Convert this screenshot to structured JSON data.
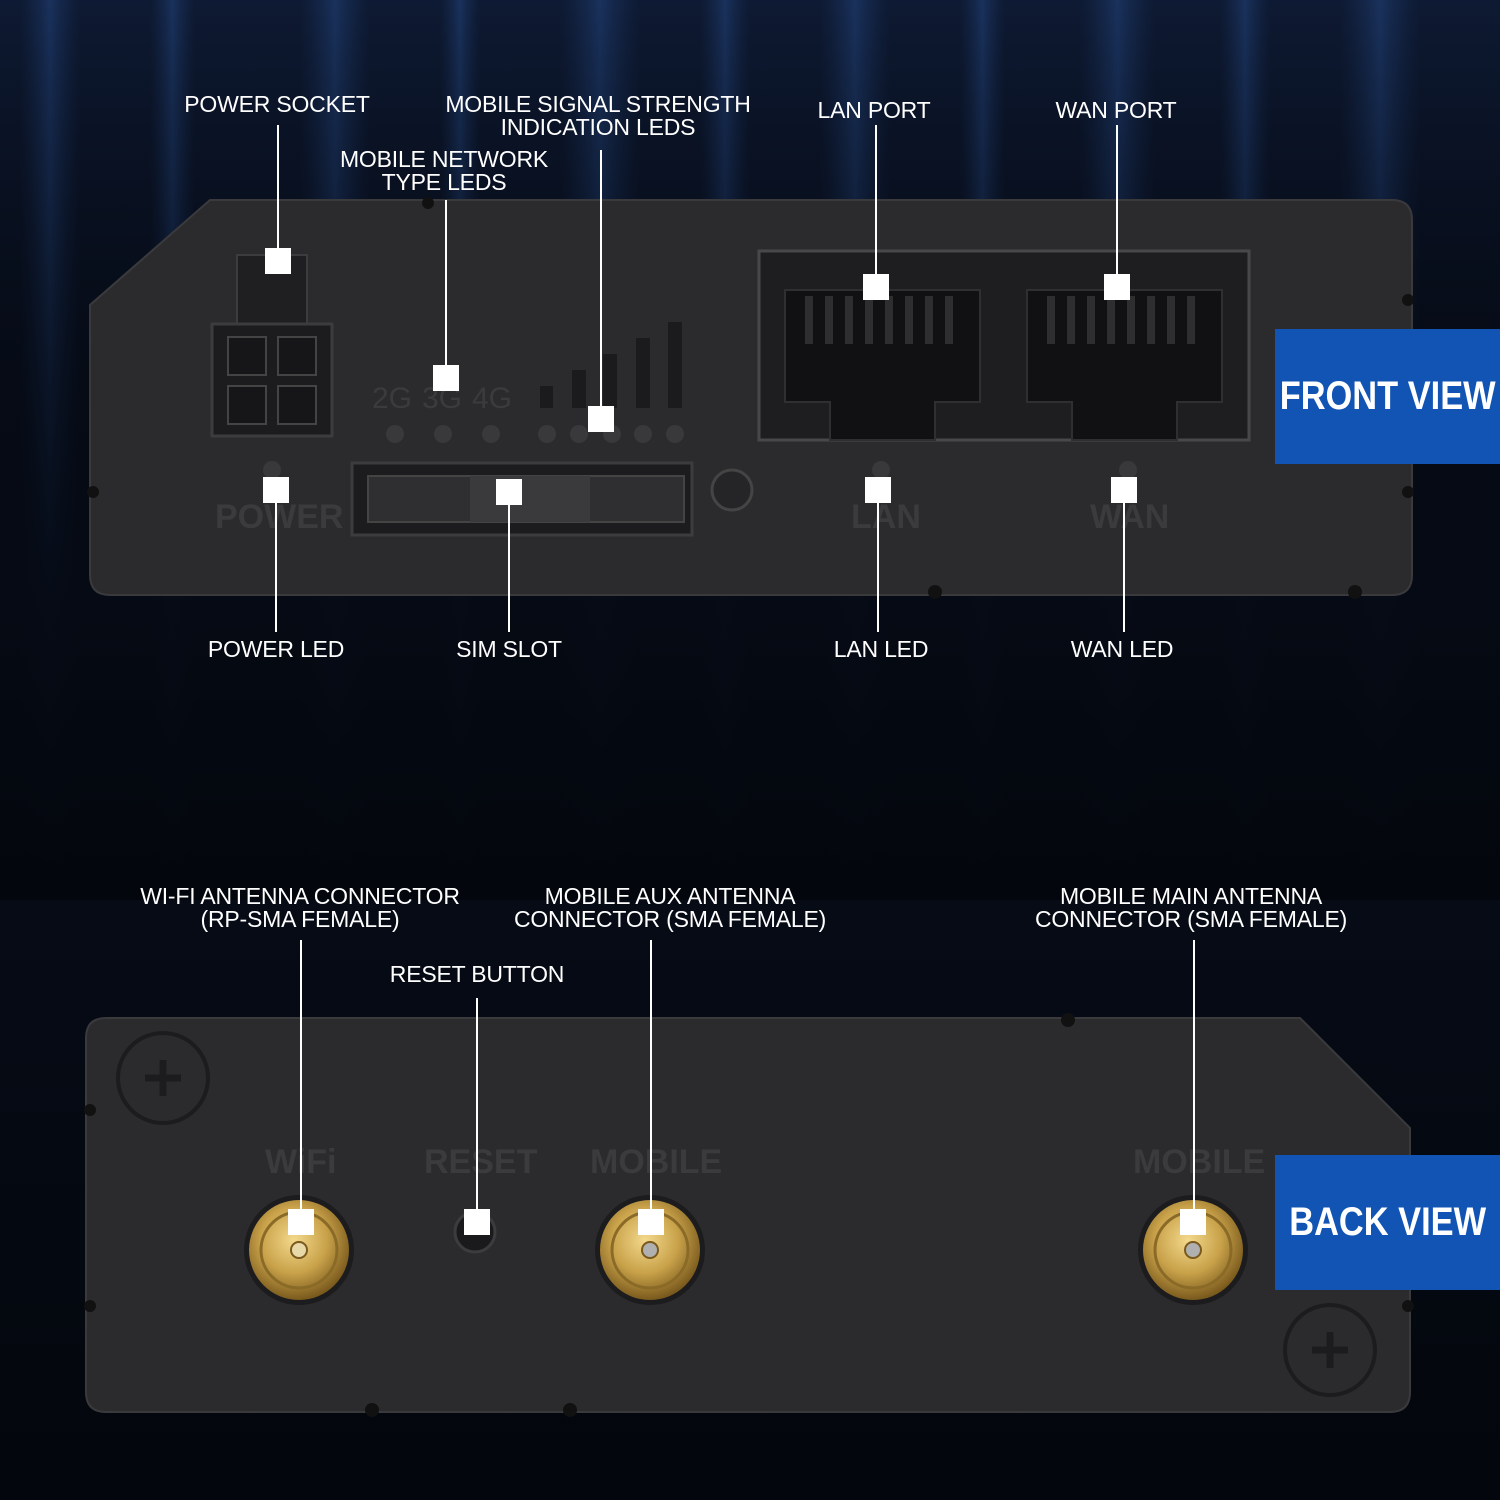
{
  "views": {
    "front": "FRONT VIEW",
    "back": "BACK VIEW"
  },
  "front_callouts": {
    "power_socket": "POWER SOCKET",
    "network_type_line1": "MOBILE NETWORK",
    "network_type_line2": "TYPE LEDS",
    "signal_line1": "MOBILE SIGNAL STRENGTH",
    "signal_line2": "INDICATION LEDS",
    "lan_port": "LAN PORT",
    "wan_port": "WAN PORT",
    "power_led": "POWER LED",
    "sim_slot": "SIM SLOT",
    "lan_led": "LAN LED",
    "wan_led": "WAN LED"
  },
  "back_callouts": {
    "wifi_line1": "WI-FI ANTENNA CONNECTOR",
    "wifi_line2": "(RP-SMA FEMALE)",
    "aux_line1": "MOBILE AUX ANTENNA",
    "aux_line2": "CONNECTOR (SMA FEMALE)",
    "main_line1": "MOBILE MAIN ANTENNA",
    "main_line2": "CONNECTOR (SMA FEMALE)",
    "reset_button": "RESET BUTTON"
  },
  "device_labels": {
    "network_2g": "2G",
    "network_3g": "3G",
    "network_4g": "4G",
    "power": "POWER",
    "lan": "LAN",
    "wan": "WAN",
    "wifi": "WiFi",
    "reset": "RESET",
    "mobile_aux": "MOBILE",
    "mobile_main": "MOBILE"
  },
  "colors": {
    "badge_blue": "#1154b3",
    "panel": "#2b2b2d",
    "background": "#08111f",
    "connector_gold": "#c7a34a"
  }
}
